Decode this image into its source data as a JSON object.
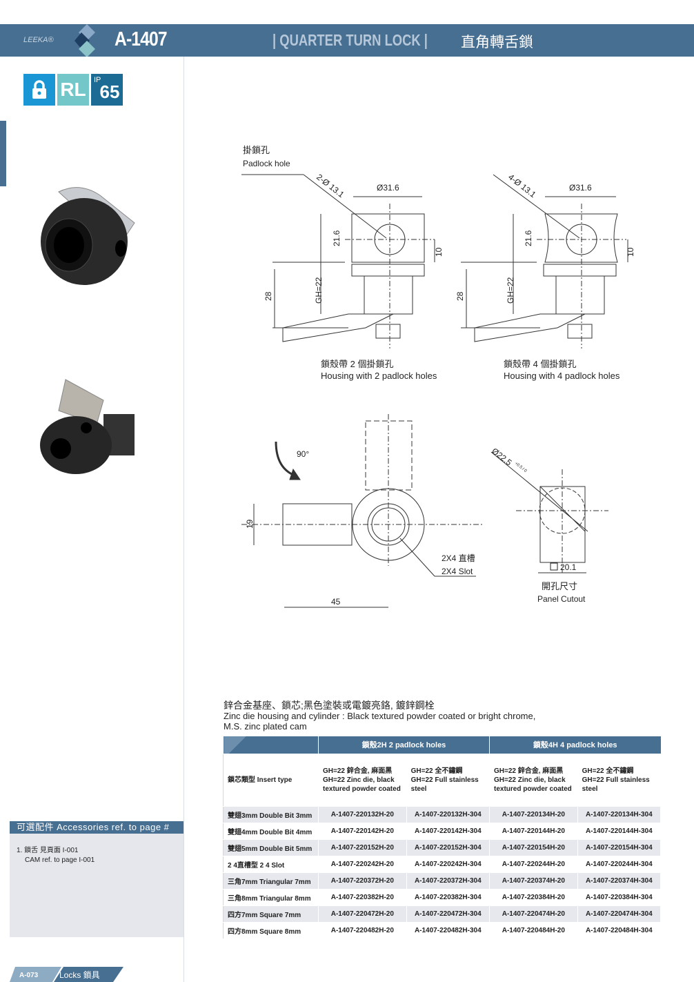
{
  "header": {
    "brand": "LEEKA®",
    "model": "A-1407",
    "title": "| QUARTER TURN LOCK |",
    "title_zh": "直角轉舌鎖"
  },
  "badges": [
    {
      "icon": "padlock-icon",
      "color": "#1a96d4"
    },
    {
      "label": "RL",
      "color": "#74c7c9"
    },
    {
      "label_sup": "IP",
      "label": "65",
      "color": "#1b6b94"
    }
  ],
  "drawings": {
    "padlock_zh": "掛鎖孔",
    "padlock_en": "Padlock hole",
    "left": {
      "hole": "2-Ø 13.1",
      "dia": "Ø31.6",
      "h1": "21.6",
      "h2": "10",
      "h3": "28",
      "gh": "GH=22",
      "cap_zh": "鎖殼帶 2 個掛鎖孔",
      "cap_en": "Housing with 2 padlock holes"
    },
    "right": {
      "hole": "4-Ø 13.1",
      "dia": "Ø31.6",
      "h1": "21.6",
      "h2": "10",
      "h3": "28",
      "gh": "GH=22",
      "cap_zh": "鎖殼帶 4 個掛鎖孔",
      "cap_en": "Housing with 4 padlock holes"
    },
    "rotation": "90°",
    "cam_h": "19",
    "cam_l": "45",
    "slot_zh": "2X4 直槽",
    "slot_en": "2X4  Slot",
    "cutout_dia": "Ø22.5",
    "cutout_tol": "+0.5 / 0",
    "cutout_sq": "20.1",
    "cutout_zh": "開孔尺寸",
    "cutout_en": "Panel Cutout"
  },
  "description": {
    "zh": "鋅合金基座、鎖芯;黑色塗裝或電鍍亮鉻, 鍍鋅鋼栓",
    "en1": "Zinc die housing and cylinder :  Black textured powder coated or bright chrome,",
    "en2": "M.S. zinc plated cam"
  },
  "table": {
    "group_headers": [
      "鎖殼2H 2 padlock holes",
      "鎖殼4H 4 padlock holes"
    ],
    "insert_label": "鎖芯類型  Insert type",
    "sub_headers": [
      "GH=22 鋅合金, 麻面黑 GH=22 Zinc die, black textured powder coated",
      "GH=22 全不鏽鋼 GH=22 Full stainless steel",
      "GH=22 鋅合金, 麻面黑 GH=22 Zinc die, black textured powder coated",
      "GH=22 全不鏽鋼 GH=22 Full stainless steel"
    ],
    "rows": [
      [
        "雙翅3mm Double Bit 3mm",
        "A-1407-220132H-20",
        "A-1407-220132H-304",
        "A-1407-220134H-20",
        "A-1407-220134H-304"
      ],
      [
        "雙翅4mm Double Bit 4mm",
        "A-1407-220142H-20",
        "A-1407-220142H-304",
        "A-1407-220144H-20",
        "A-1407-220144H-304"
      ],
      [
        "雙翅5mm Double Bit 5mm",
        "A-1407-220152H-20",
        "A-1407-220152H-304",
        "A-1407-220154H-20",
        "A-1407-220154H-304"
      ],
      [
        "2 4直槽型 2 4 Slot",
        "A-1407-220242H-20",
        "A-1407-220242H-304",
        "A-1407-220244H-20",
        "A-1407-220244H-304"
      ],
      [
        "三角7mm Triangular 7mm",
        "A-1407-220372H-20",
        "A-1407-220372H-304",
        "A-1407-220374H-20",
        "A-1407-220374H-304"
      ],
      [
        "三角8mm Triangular 8mm",
        "A-1407-220382H-20",
        "A-1407-220382H-304",
        "A-1407-220384H-20",
        "A-1407-220384H-304"
      ],
      [
        "四方7mm Square 7mm",
        "A-1407-220472H-20",
        "A-1407-220472H-304",
        "A-1407-220474H-20",
        "A-1407-220474H-304"
      ],
      [
        "四方8mm Square 8mm",
        "A-1407-220482H-20",
        "A-1407-220482H-304",
        "A-1407-220484H-20",
        "A-1407-220484H-304"
      ]
    ]
  },
  "accessories": {
    "title": "可選配件 Accessories ref. to page #",
    "item_zh": "1. 鎖舌 見頁面 I-001",
    "item_en": "CAM  ref. to page I-001"
  },
  "footer": {
    "page": "A-073",
    "section": "Locks 鎖具"
  }
}
